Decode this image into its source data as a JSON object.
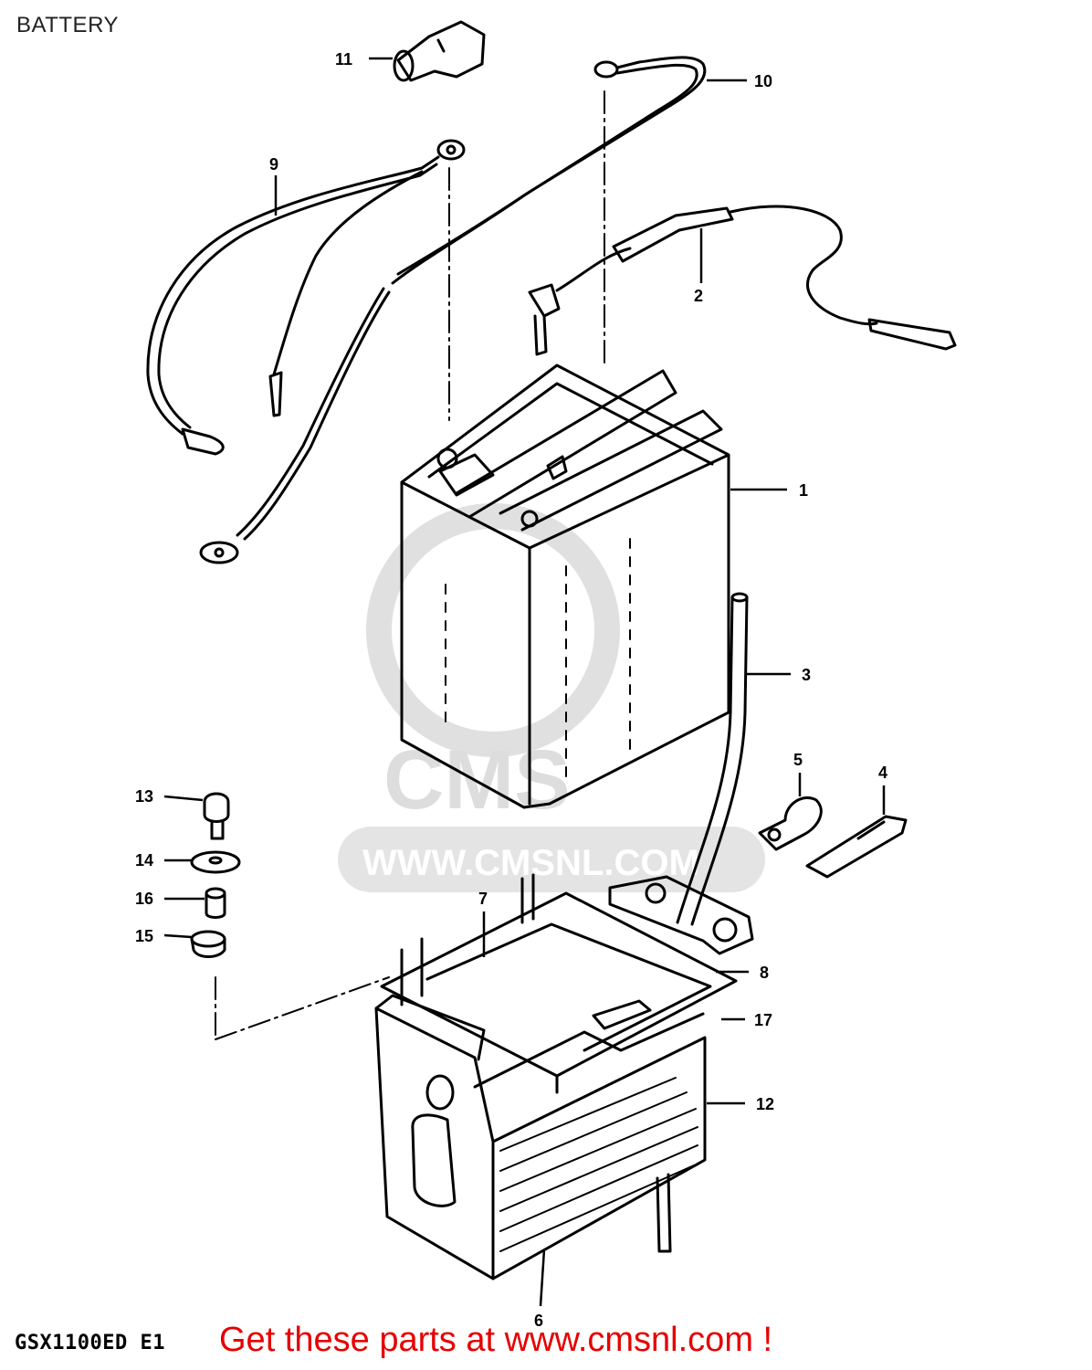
{
  "title": "BATTERY",
  "model_code": "GSX1100ED E1",
  "call_to_action": "Get these parts at www.cmsnl.com !",
  "watermark": {
    "logo_text": "CMS",
    "url_text": "WWW.CMSNL.COM"
  },
  "callouts": [
    {
      "id": "1",
      "part": "battery"
    },
    {
      "id": "2",
      "part": "breather-hose"
    },
    {
      "id": "3",
      "part": "breather-tube"
    },
    {
      "id": "4",
      "part": "clamp"
    },
    {
      "id": "5",
      "part": "clamp"
    },
    {
      "id": "6",
      "part": "battery-tray"
    },
    {
      "id": "7",
      "part": "battery-band"
    },
    {
      "id": "8",
      "part": "battery-holder-plate"
    },
    {
      "id": "9",
      "part": "negative-lead"
    },
    {
      "id": "10",
      "part": "positive-lead"
    },
    {
      "id": "11",
      "part": "terminal-cap"
    },
    {
      "id": "12",
      "part": "battery-case"
    },
    {
      "id": "13",
      "part": "bolt"
    },
    {
      "id": "14",
      "part": "washer"
    },
    {
      "id": "15",
      "part": "cushion"
    },
    {
      "id": "16",
      "part": "spacer"
    },
    {
      "id": "17",
      "part": "pad"
    }
  ],
  "colors": {
    "line": "#000000",
    "cta": "#e60000",
    "watermark": "#d9d9d9"
  }
}
